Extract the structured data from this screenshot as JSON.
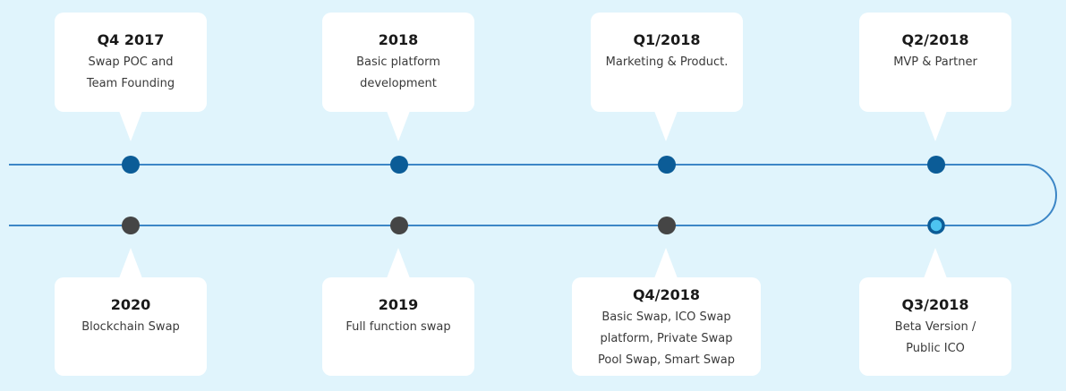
{
  "colors": {
    "background": "#e0f4fc",
    "line": "#3c86c6",
    "dot_upper": "#0b5c97",
    "dot_lower": "#454545",
    "dot_current_fill": "#4dc4f0",
    "dot_current_ring": "#0b5c97",
    "card": "#ffffff"
  },
  "top_milestones": [
    {
      "title": "Q4 2017",
      "desc": "Swap POC and\nTeam Founding"
    },
    {
      "title": "2018",
      "desc": "Basic platform\ndevelopment"
    },
    {
      "title": "Q1/2018",
      "desc": "Marketing & Product."
    },
    {
      "title": "Q2/2018",
      "desc": "MVP & Partner"
    }
  ],
  "bottom_milestones": [
    {
      "title": "2020",
      "desc": "Blockchain Swap",
      "status": "future"
    },
    {
      "title": "2019",
      "desc": "Full function swap",
      "status": "future"
    },
    {
      "title": "Q4/2018",
      "desc": "Basic Swap, ICO Swap\nplatform, Private Swap\nPool Swap, Smart Swap",
      "status": "future"
    },
    {
      "title": "Q3/2018",
      "desc": "Beta Version /\nPublic ICO",
      "status": "current"
    }
  ]
}
